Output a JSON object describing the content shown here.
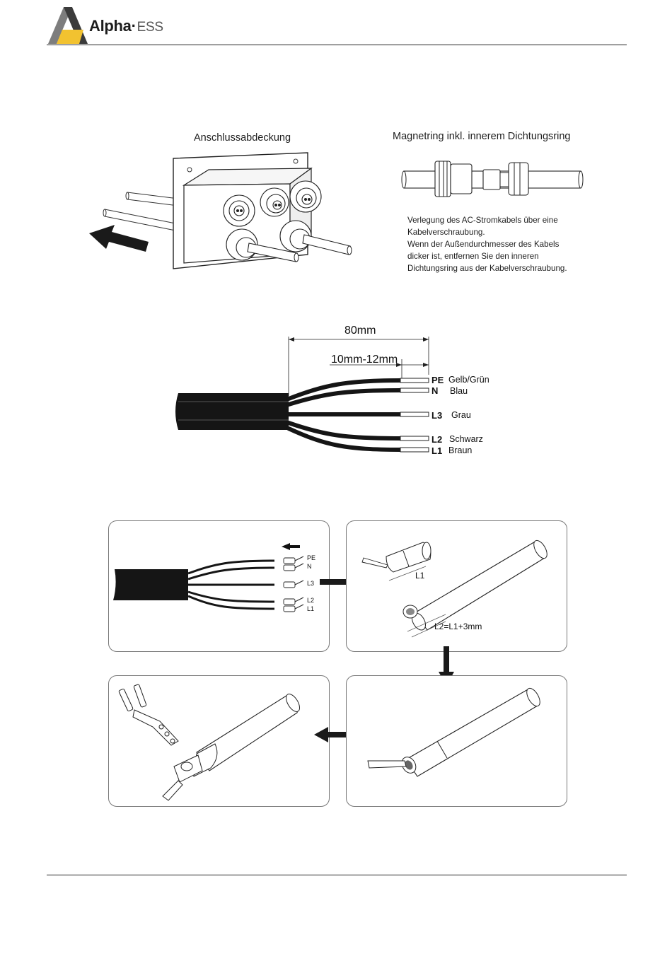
{
  "header": {
    "brand": "Alpha",
    "brand_suffix": "ESS",
    "colors": {
      "logo_yellow": "#f2c230",
      "logo_gray": "#7d7d7d",
      "logo_dark": "#3b3b3b"
    }
  },
  "figure1": {
    "left_title": "Anschlussabdeckung",
    "right_title": "Magnetring inkl. innerem Dichtungsring",
    "description": [
      "Verlegung des AC-Stromkabels über eine",
      "Kabelverschraubung.",
      "Wenn der Außendurchmesser des Kabels",
      "dicker ist, entfernen Sie den inneren",
      "Dichtungsring aus der Kabelverschraubung."
    ]
  },
  "figure2": {
    "dim_total": "80mm",
    "dim_strip": "10mm-12mm",
    "wires": [
      {
        "code": "PE",
        "color": "Gelb/Grün"
      },
      {
        "code": "N",
        "color": "Blau"
      },
      {
        "code": "L3",
        "color": "Grau"
      },
      {
        "code": "L2",
        "color": "Schwarz"
      },
      {
        "code": "L1",
        "color": "Braun"
      }
    ]
  },
  "figure3": {
    "panel1_labels": [
      "PE",
      "N",
      "L3",
      "L2",
      "L1"
    ],
    "panel2_l1": "L1",
    "panel2_l2": "L2=L1+3mm"
  }
}
